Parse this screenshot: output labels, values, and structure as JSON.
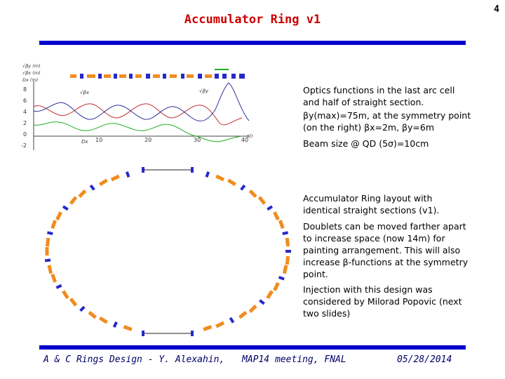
{
  "slide": {
    "title": "Accumulator Ring v1",
    "page_number": "4"
  },
  "optics_plot": {
    "legend_y": "√β<sub>y</sub>(m)",
    "legend_y_text": "√βy (m)",
    "legend_x_text": "√βx (m)",
    "legend_d": "Dx (m)",
    "y_ticks": [
      "8",
      "6",
      "4",
      "2",
      "0",
      "-2"
    ],
    "x_ticks": [
      "10",
      "20",
      "30",
      "40"
    ],
    "x_axis_label": "s(m)",
    "curve_label_sqrt_bx": "√βx",
    "curve_label_sqrt_by": "√βy",
    "curve_label_dx": "Dx"
  },
  "text": {
    "optics_desc": "Optics functions in the last arc cell and half of straight section.",
    "beta_max": "βy(max)=75m, at the symmetry point (on the right) βx=2m, βy=6m",
    "beam_size": "Beam size @ QD (5σ)=10cm",
    "layout_desc": "Accumulator Ring layout with identical straight sections (v1).",
    "doublets": "Doublets can be moved farther apart to increase space (now 14m) for painting arrangement. This will also increase β-functions at the symmetry point.",
    "injection": "Injection with this design was considered by Milorad Popovic (next two slides)"
  },
  "footer": {
    "left": "A & C Rings Design - Y. Alexahin,",
    "center": "MAP14 meeting, FNAL",
    "right": "05/28/2014"
  },
  "colors": {
    "title": "#cc0000",
    "bar": "#0000cc",
    "dipole": "#f08c1e",
    "quad": "#2828c8",
    "beta_x": "#c03030",
    "beta_y": "#3030a0",
    "dispersion": "#20b020"
  }
}
